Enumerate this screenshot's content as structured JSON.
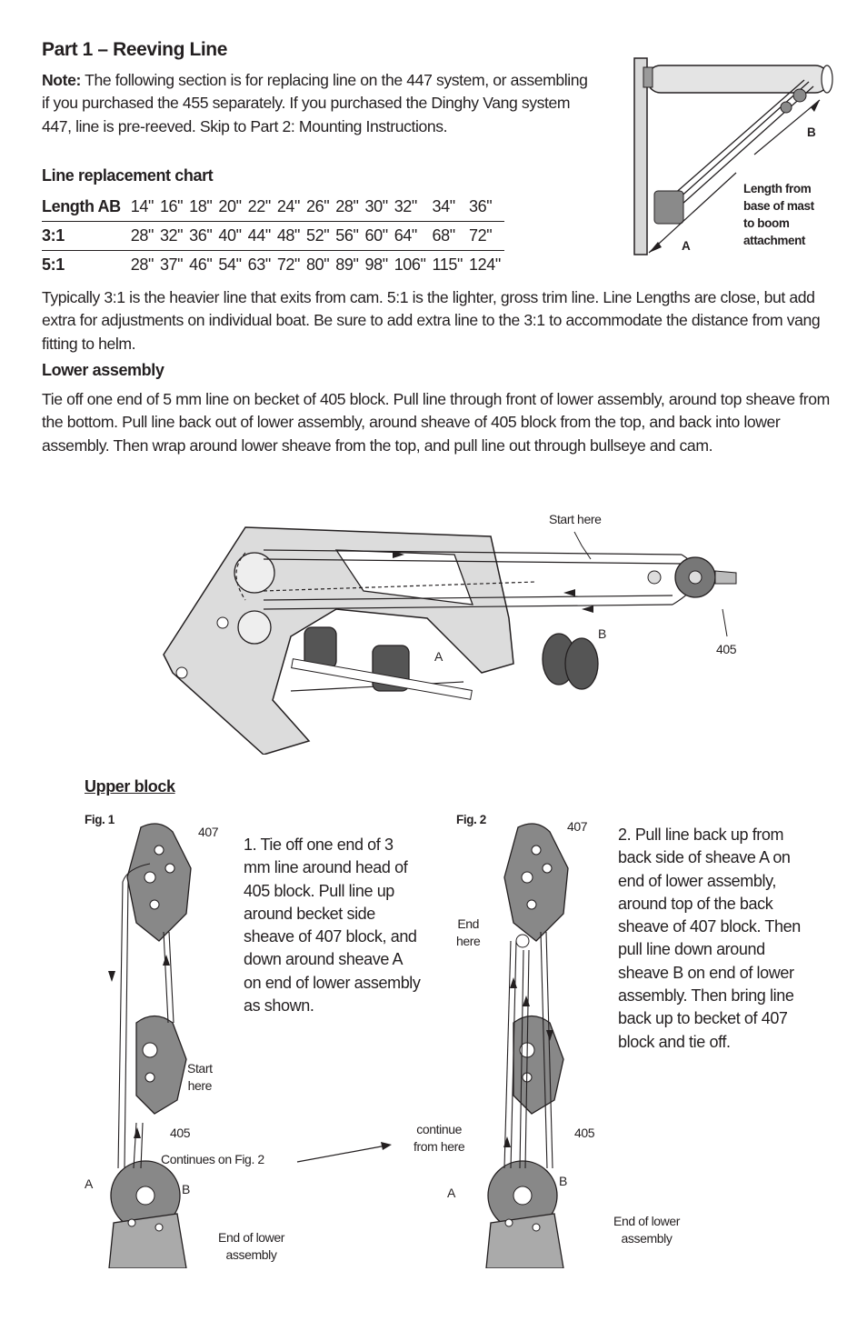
{
  "part1": {
    "title": "Part 1 – Reeving Line",
    "note_label": "Note:",
    "note_text": " The following section is for replacing line on the 447 system, or assembling if you purchased the 455 separately. If you purchased the Dinghy Vang system 447, line is pre-reeved. Skip to Part 2: Mounting Instructions."
  },
  "mast_figure": {
    "label_b": "B",
    "label_a": "A",
    "caption": [
      "Length from",
      "base of mast",
      "to boom",
      "attachment"
    ]
  },
  "chart": {
    "heading": "Line replacement chart",
    "rows": [
      {
        "label": "Length AB",
        "values": [
          "14\"",
          "16\"",
          "18\"",
          "20\"",
          "22\"",
          "24\"",
          "26\"",
          "28\"",
          "30\"",
          "32\"",
          "34\"",
          "36\""
        ]
      },
      {
        "label": "3:1",
        "values": [
          "28\"",
          "32\"",
          "36\"",
          "40\"",
          "44\"",
          "48\"",
          "52\"",
          "56\"",
          "60\"",
          "64\"",
          "68\"",
          "72\""
        ]
      },
      {
        "label": "5:1",
        "values": [
          "28\"",
          "37\"",
          "46\"",
          "54\"",
          "63\"",
          "72\"",
          "80\"",
          "89\"",
          "98\"",
          "106\"",
          "115\"",
          "124\""
        ]
      }
    ]
  },
  "typical_text": "Typically 3:1 is the heavier line that exits from cam. 5:1 is the lighter, gross trim line. Line Lengths are close, but add extra for adjustments on individual boat. Be sure to add extra line to the 3:1 to accommodate the distance from vang fitting to helm.",
  "lower_assembly": {
    "heading": "Lower assembly",
    "text": "Tie off one end of 5 mm line on becket of 405 block. Pull line through front of lower assembly, around top sheave from the bottom. Pull line back out of lower assembly, around sheave of 405 block from the top, and back into lower assembly. Then wrap around lower sheave from the top, and pull line out through bullseye and cam."
  },
  "lower_figure": {
    "start_here": "Start here",
    "label_b": "B",
    "label_a": "A",
    "label_405": "405"
  },
  "upper_block": {
    "heading": "Upper block",
    "fig1": {
      "title": "Fig. 1",
      "label_407": "407",
      "start_here": [
        "Start",
        "here"
      ],
      "label_405": "405",
      "continues": "Continues on Fig. 2",
      "label_a": "A",
      "label_b": "B",
      "end_lower": [
        "End of lower",
        "assembly"
      ],
      "step": "1. Tie off one end of 3 mm line around head of 405 block. Pull line up around becket side sheave of 407 block, and down around sheave A on end of lower assembly as shown."
    },
    "fig2": {
      "title": "Fig. 2",
      "label_407": "407",
      "end_here": [
        "End",
        "here"
      ],
      "continue_from": [
        "continue",
        "from here"
      ],
      "label_405": "405",
      "label_a": "A",
      "label_b": "B",
      "end_lower": [
        "End of lower",
        "assembly"
      ],
      "step": "2. Pull line back up from back side of sheave A on end of lower assembly, around top of the back sheave of 407 block. Then pull line down around sheave B on end of lower assembly. Then bring line back up to becket of 407 block and tie off."
    }
  }
}
